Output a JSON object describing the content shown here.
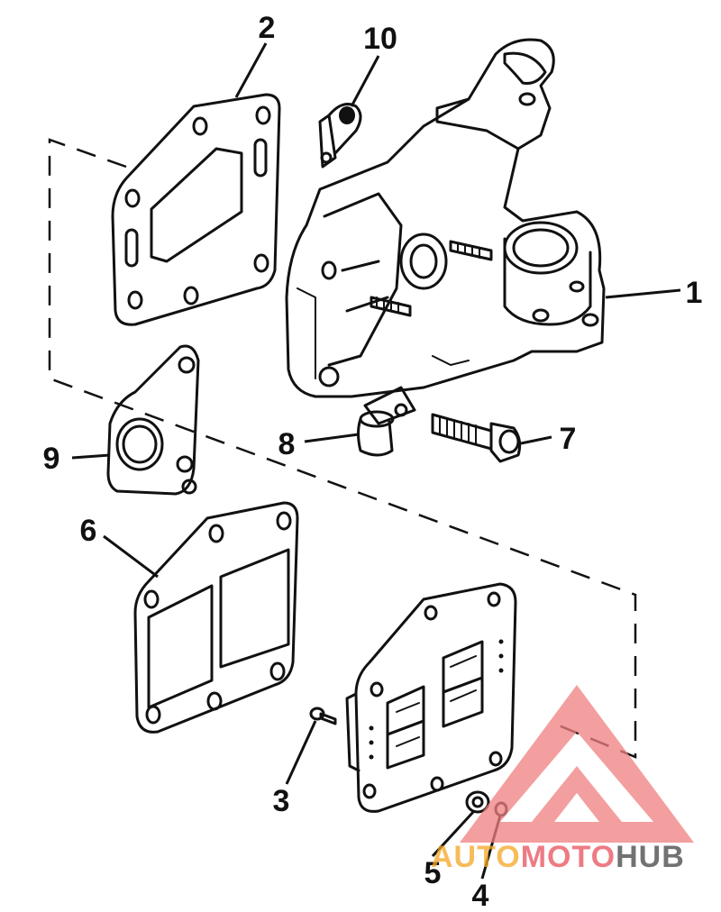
{
  "callouts": {
    "c1": "1",
    "c2": "2",
    "c3": "3",
    "c4": "4",
    "c5": "5",
    "c6": "6",
    "c7": "7",
    "c8": "8",
    "c9": "9",
    "c10": "10"
  },
  "watermark": {
    "part1": "AUTO",
    "part2": "MOTO",
    "part3": "HUB",
    "colors": {
      "auto": "#f5a623",
      "moto": "#e8505b",
      "hub": "#444444",
      "triangle": "#f08080"
    }
  }
}
